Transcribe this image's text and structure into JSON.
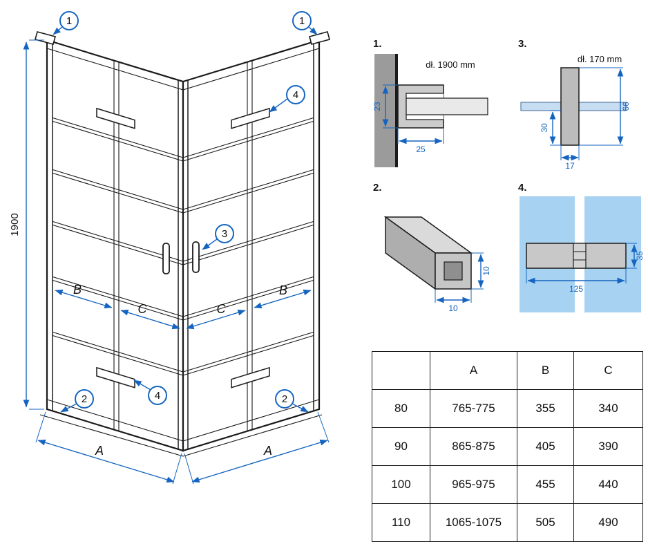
{
  "colors": {
    "dimension_blue": "#1565c0",
    "line_black": "#1a1a1a",
    "glass_blue": "#a8d2f2",
    "glass_edge_blue": "#c7ddf2",
    "wall_gray": "#9b9b9b",
    "profile_gray": "#c8c8c8"
  },
  "main_diagram": {
    "height_dim": "1900",
    "dim_a": "A",
    "dim_b": "B",
    "dim_c": "C",
    "callout_1": "1",
    "callout_2": "2",
    "callout_3": "3",
    "callout_4": "4"
  },
  "details": {
    "d1": {
      "label": "1.",
      "length_note": "dł. 1900 mm",
      "dim_depth": "23",
      "dim_width": "25"
    },
    "d2": {
      "label": "2.",
      "dim_height": "10",
      "dim_width": "10"
    },
    "d3": {
      "label": "3.",
      "length_note": "dł. 170 mm",
      "dim_total": "66",
      "dim_lower": "30",
      "dim_width": "17"
    },
    "d4": {
      "label": "4.",
      "dim_length": "125",
      "dim_height": "35"
    }
  },
  "table": {
    "headers": [
      "",
      "A",
      "B",
      "C"
    ],
    "rows": [
      [
        "80",
        "765-775",
        "355",
        "340"
      ],
      [
        "90",
        "865-875",
        "405",
        "390"
      ],
      [
        "100",
        "965-975",
        "455",
        "440"
      ],
      [
        "110",
        "1065-1075",
        "505",
        "490"
      ]
    ]
  }
}
